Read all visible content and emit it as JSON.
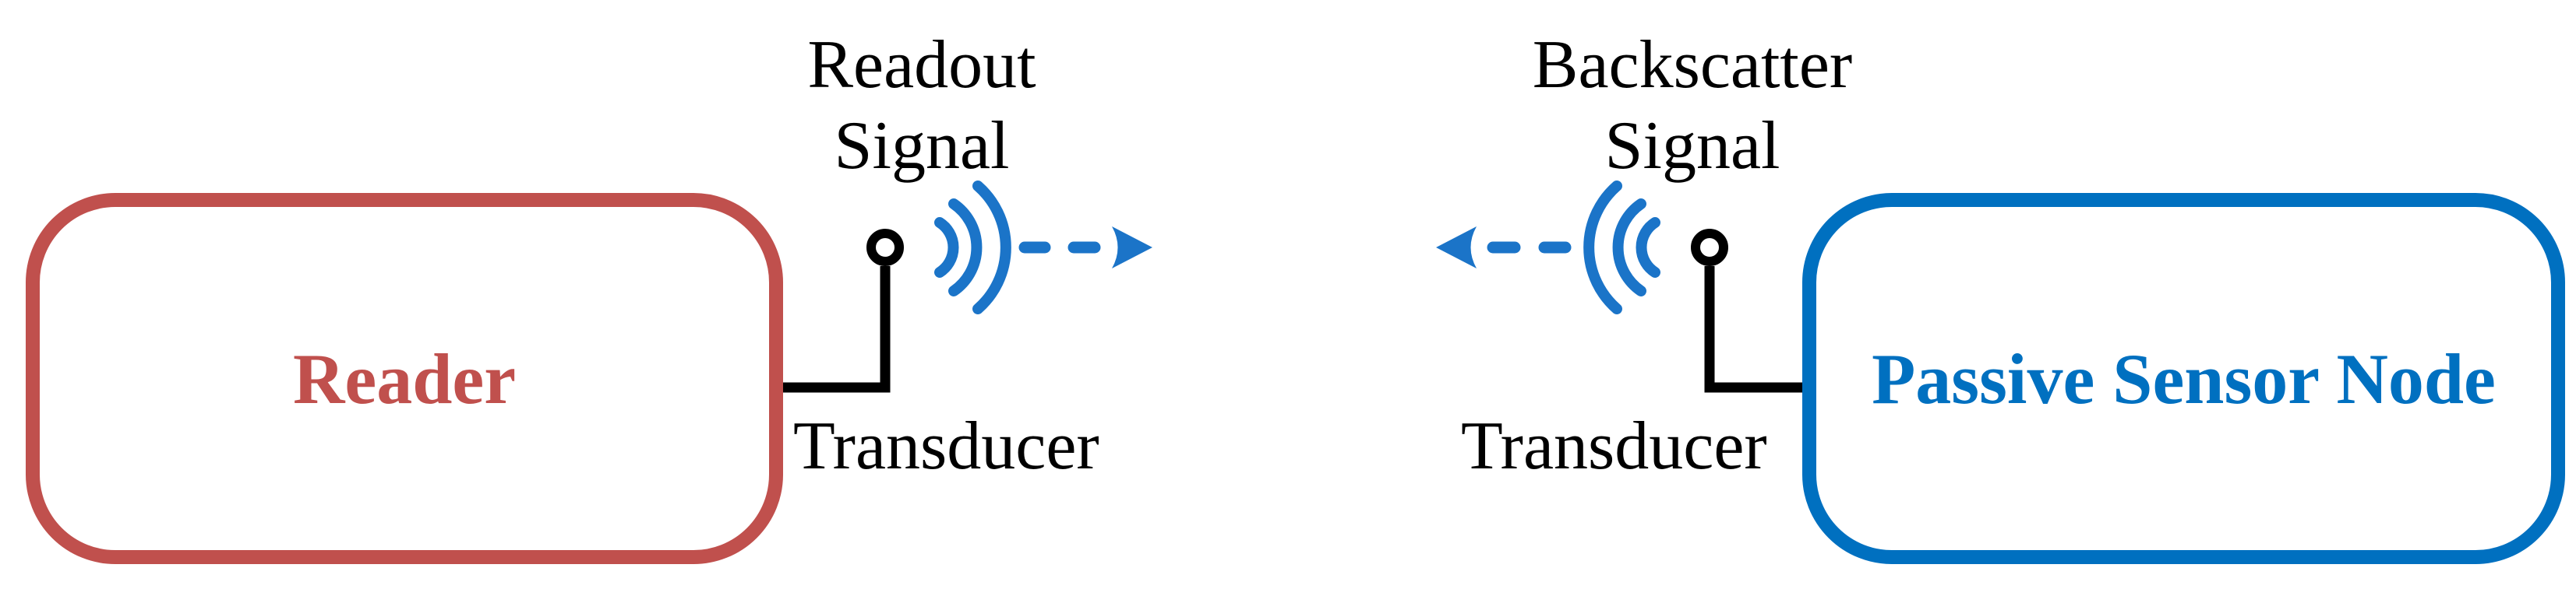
{
  "nodes": {
    "reader": {
      "label": "Reader"
    },
    "passive_sensor_node": {
      "label": "Passive Sensor Node"
    }
  },
  "labels": {
    "readout_signal_line1": "Readout",
    "readout_signal_line2": "Signal",
    "backscatter_signal_line1": "Backscatter",
    "backscatter_signal_line2": "Signal",
    "transducer_left": "Transducer",
    "transducer_right": "Transducer"
  },
  "colors": {
    "red": "#C0504D",
    "blue": "#0070C0",
    "signal_blue": "#1B74C8",
    "line_black": "#000000"
  }
}
